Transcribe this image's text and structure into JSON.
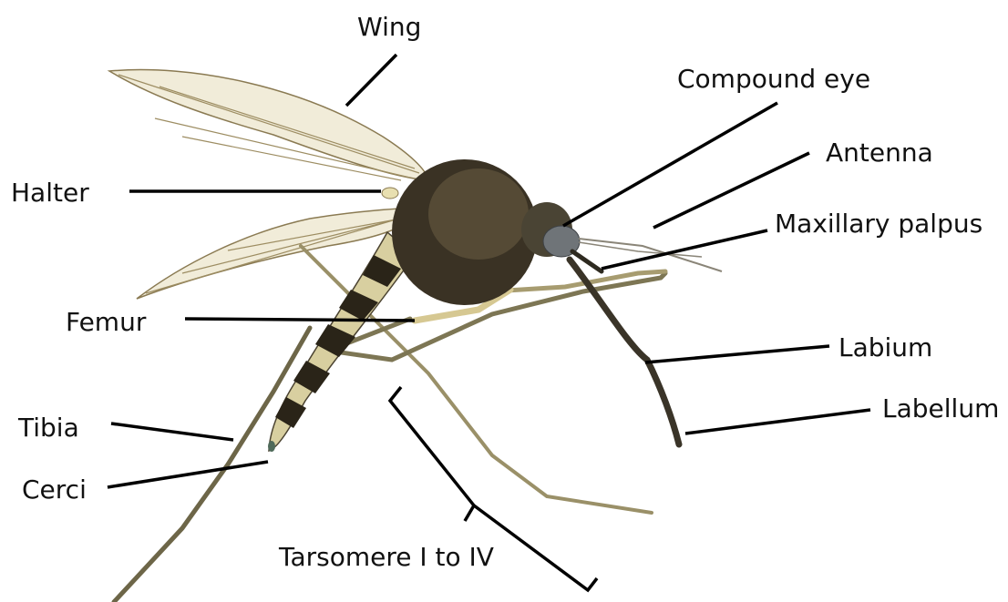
{
  "labels": {
    "wing": "Wing",
    "compound_eye": "Compound eye",
    "antenna": "Antenna",
    "maxillary_palpus": "Maxillary palpus",
    "halter": "Halter",
    "femur": "Femur",
    "labium": "Labium",
    "labellum": "Labellum",
    "tibia": "Tibia",
    "cerci": "Cerci",
    "tarsomere": "Tarsomere I to IV"
  },
  "colors": {
    "background": "#ffffff",
    "text": "#111111",
    "leader_line": "#000000",
    "body_dark": "#2a2418",
    "body_light": "#d8cfa0",
    "wing_membrane": "#e9e3c7",
    "wing_vein": "#8a7a52",
    "leg": "#8e8560",
    "eye": "#6f7478"
  }
}
